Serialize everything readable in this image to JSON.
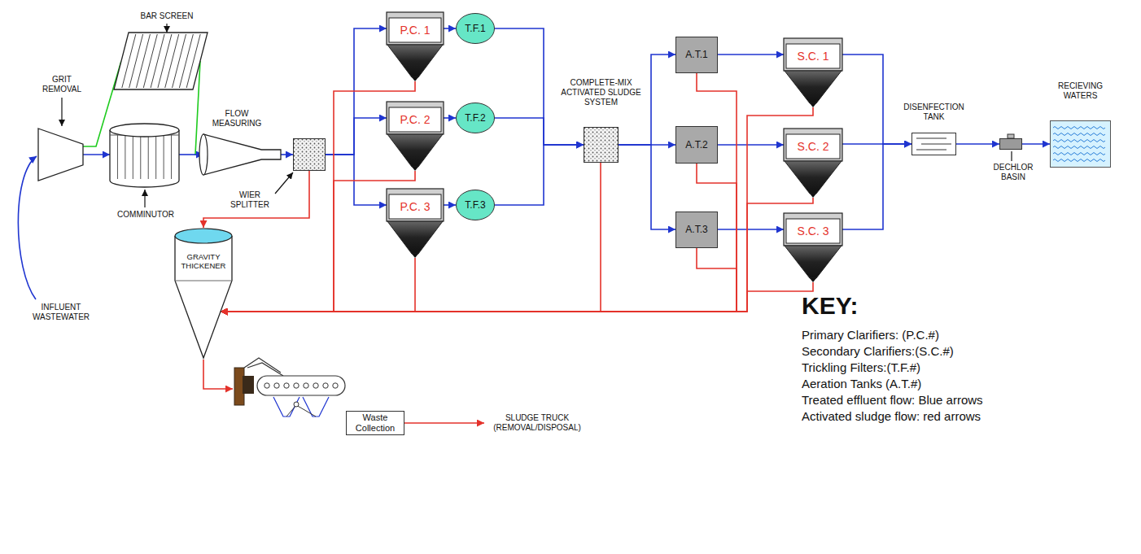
{
  "diagram": {
    "nodes": [
      {
        "text": [
          "GRIT REMOVAL"
        ]
      },
      {
        "text": [
          "BAR SCREEN"
        ]
      },
      {
        "text": [
          "COMMINUTOR"
        ]
      },
      {
        "text": [
          "FLOW MEASURING"
        ]
      },
      {
        "text": [
          "WIER SPLITTER"
        ]
      },
      {
        "text": [
          "P.C. 1"
        ]
      },
      {
        "text": [
          "T.F.1"
        ]
      },
      {
        "text": [
          "P.C. 2"
        ]
      },
      {
        "text": [
          "T.F.2"
        ]
      },
      {
        "text": [
          "P.C. 3"
        ]
      },
      {
        "text": [
          "T.F.3"
        ]
      },
      {
        "text": [
          "COMPLETE-MIX ACTIVATED SLUDGE SYSTEM"
        ]
      },
      {
        "text": [
          "A.T.1"
        ]
      },
      {
        "text": [
          "S.C. 1"
        ]
      },
      {
        "text": [
          "A.T.2"
        ]
      },
      {
        "text": [
          "S.C. 2"
        ]
      },
      {
        "text": [
          "A.T.3"
        ]
      },
      {
        "text": [
          "S.C. 3"
        ]
      },
      {
        "text": [
          "DISENFECTION TANK"
        ]
      },
      {
        "text": [
          "DECHLOR BASIN"
        ]
      },
      {
        "text": [
          "RECIEVING WATERS"
        ]
      },
      {
        "text": [
          "GRAVITY THICKENER"
        ]
      },
      {
        "text": [
          "Waste Collection"
        ]
      },
      {
        "text": [
          "SLUDGE TRUCK (REMOVAL/DISPOSAL)"
        ]
      }
    ],
    "edges": [
      {
        "from": 0,
        "to": 2,
        "arrow": "to"
      },
      {
        "from": 0,
        "to": 1,
        "arrow": "none"
      },
      {
        "from": 1,
        "to": 3,
        "arrow": "none"
      },
      {
        "from": 2,
        "to": 3,
        "arrow": "to"
      },
      {
        "from": 3,
        "to": 4,
        "arrow": "to"
      },
      {
        "from": 4,
        "to": 5,
        "arrow": "to"
      },
      {
        "from": 4,
        "to": 7,
        "arrow": "to"
      },
      {
        "from": 4,
        "to": 9,
        "arrow": "to"
      },
      {
        "from": 5,
        "to": 6,
        "arrow": "to"
      },
      {
        "from": 7,
        "to": 8,
        "arrow": "to"
      },
      {
        "from": 9,
        "to": 10,
        "arrow": "to"
      },
      {
        "from": 6,
        "to": 11,
        "arrow": "to"
      },
      {
        "from": 8,
        "to": 11,
        "arrow": "to"
      },
      {
        "from": 10,
        "to": 11,
        "arrow": "to"
      },
      {
        "from": 11,
        "to": 12,
        "arrow": "to"
      },
      {
        "from": 11,
        "to": 14,
        "arrow": "to"
      },
      {
        "from": 11,
        "to": 16,
        "arrow": "to"
      },
      {
        "from": 12,
        "to": 13,
        "arrow": "to"
      },
      {
        "from": 14,
        "to": 15,
        "arrow": "to"
      },
      {
        "from": 16,
        "to": 17,
        "arrow": "to"
      },
      {
        "from": 13,
        "to": 18,
        "arrow": "to"
      },
      {
        "from": 15,
        "to": 18,
        "arrow": "to"
      },
      {
        "from": 17,
        "to": 18,
        "arrow": "to"
      },
      {
        "from": 18,
        "to": 19,
        "arrow": "to"
      },
      {
        "from": 19,
        "to": 20,
        "arrow": "to"
      },
      {
        "from": 4,
        "to": 21,
        "arrow": "to"
      },
      {
        "from": 5,
        "to": 21,
        "arrow": "to"
      },
      {
        "from": 7,
        "to": 21,
        "arrow": "to"
      },
      {
        "from": 9,
        "to": 21,
        "arrow": "to"
      },
      {
        "from": 11,
        "to": 21,
        "arrow": "to"
      },
      {
        "from": 12,
        "to": 21,
        "arrow": "to"
      },
      {
        "from": 13,
        "to": 21,
        "arrow": "to"
      },
      {
        "from": 14,
        "to": 21,
        "arrow": "to"
      },
      {
        "from": 15,
        "to": 21,
        "arrow": "to"
      },
      {
        "from": 16,
        "to": 21,
        "arrow": "to"
      },
      {
        "from": 17,
        "to": 21,
        "arrow": "to"
      },
      {
        "from": 22,
        "to": 23,
        "arrow": "to"
      }
    ],
    "labels": [
      "INFLUENT WASTEWATER",
      "KEY:"
    ],
    "legend": [
      {
        "text": "Primary Clarifiers: (P.C.#)"
      },
      {
        "text": "Secondary Clarifiers:(S.C.#)"
      },
      {
        "text": "Trickling Filters:(T.F.#)"
      },
      {
        "text": "Aeration Tanks (A.T.#)"
      },
      {
        "text": "Treated effluent flow: Blue arrows"
      },
      {
        "text": "Activated sludge flow: red arrows"
      }
    ]
  }
}
